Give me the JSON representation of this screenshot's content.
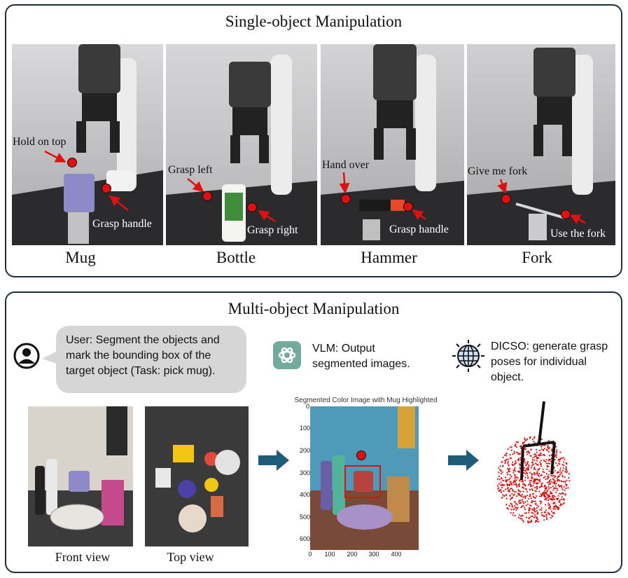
{
  "single": {
    "title": "Single-object Manipulation",
    "panels": [
      {
        "caption": "Mug",
        "labels": [
          "Hold on top",
          "Grasp handle"
        ]
      },
      {
        "caption": "Bottle",
        "labels": [
          "Grasp left",
          "Grasp right"
        ]
      },
      {
        "caption": "Hammer",
        "labels": [
          "Hand over",
          "Grasp handle"
        ]
      },
      {
        "caption": "Fork",
        "labels": [
          "Give me fork",
          "Use the fork"
        ]
      }
    ]
  },
  "multi": {
    "title": "Multi-object Manipulation",
    "user_text": "User: Segment the objects and mark the bounding box of the target object (Task: pick mug).",
    "vlm_text": "VLM: Output segmented images.",
    "dicso_text": "DICSO: generate grasp poses for individual object.",
    "front_caption": "Front view",
    "top_caption": "Top view",
    "seg_title": "Segmented Color Image with Mug Highlighted",
    "y_ticks": [
      "0",
      "100",
      "200",
      "300",
      "400",
      "500",
      "600"
    ],
    "x_ticks": [
      "0",
      "100",
      "200",
      "300",
      "400"
    ],
    "icons": [
      "user-icon",
      "openai-icon",
      "globe-icon"
    ]
  },
  "colors": {
    "dot": "#e01010",
    "arrow": "#1f5c7a",
    "border": "#1f2f3a",
    "points": "#d01515"
  }
}
